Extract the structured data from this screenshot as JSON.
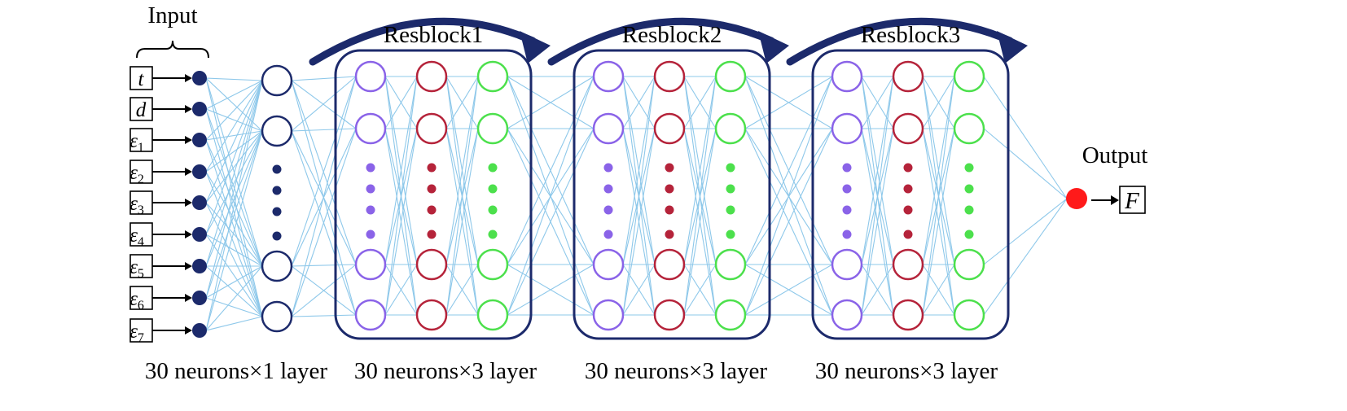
{
  "input": {
    "title": "Input",
    "variables": [
      {
        "base": "t",
        "sub": ""
      },
      {
        "base": "d",
        "sub": ""
      },
      {
        "base": "ε",
        "sub": "1"
      },
      {
        "base": "ε",
        "sub": "2"
      },
      {
        "base": "ε",
        "sub": "3"
      },
      {
        "base": "ε",
        "sub": "4"
      },
      {
        "base": "ε",
        "sub": "5"
      },
      {
        "base": "ε",
        "sub": "6"
      },
      {
        "base": "ε",
        "sub": "7"
      }
    ]
  },
  "hidden": {
    "caption": "30 neurons×1 layer"
  },
  "resblocks": [
    {
      "title": "Resblock1",
      "caption": "30 neurons×3 layer"
    },
    {
      "title": "Resblock2",
      "caption": "30 neurons×3 layer"
    },
    {
      "title": "Resblock3",
      "caption": "30 neurons×3 layer"
    }
  ],
  "output": {
    "title": "Output",
    "variable": "F"
  },
  "colors": {
    "input_node": "#1c2a6b",
    "hidden_node": "#1c2a6b",
    "layer_purple": "#8a63e8",
    "layer_red": "#b5233a",
    "layer_green": "#4ce04c",
    "output_node": "#ff1a1a",
    "edge": "#8ec8ea",
    "block_border": "#1c2a6b"
  }
}
